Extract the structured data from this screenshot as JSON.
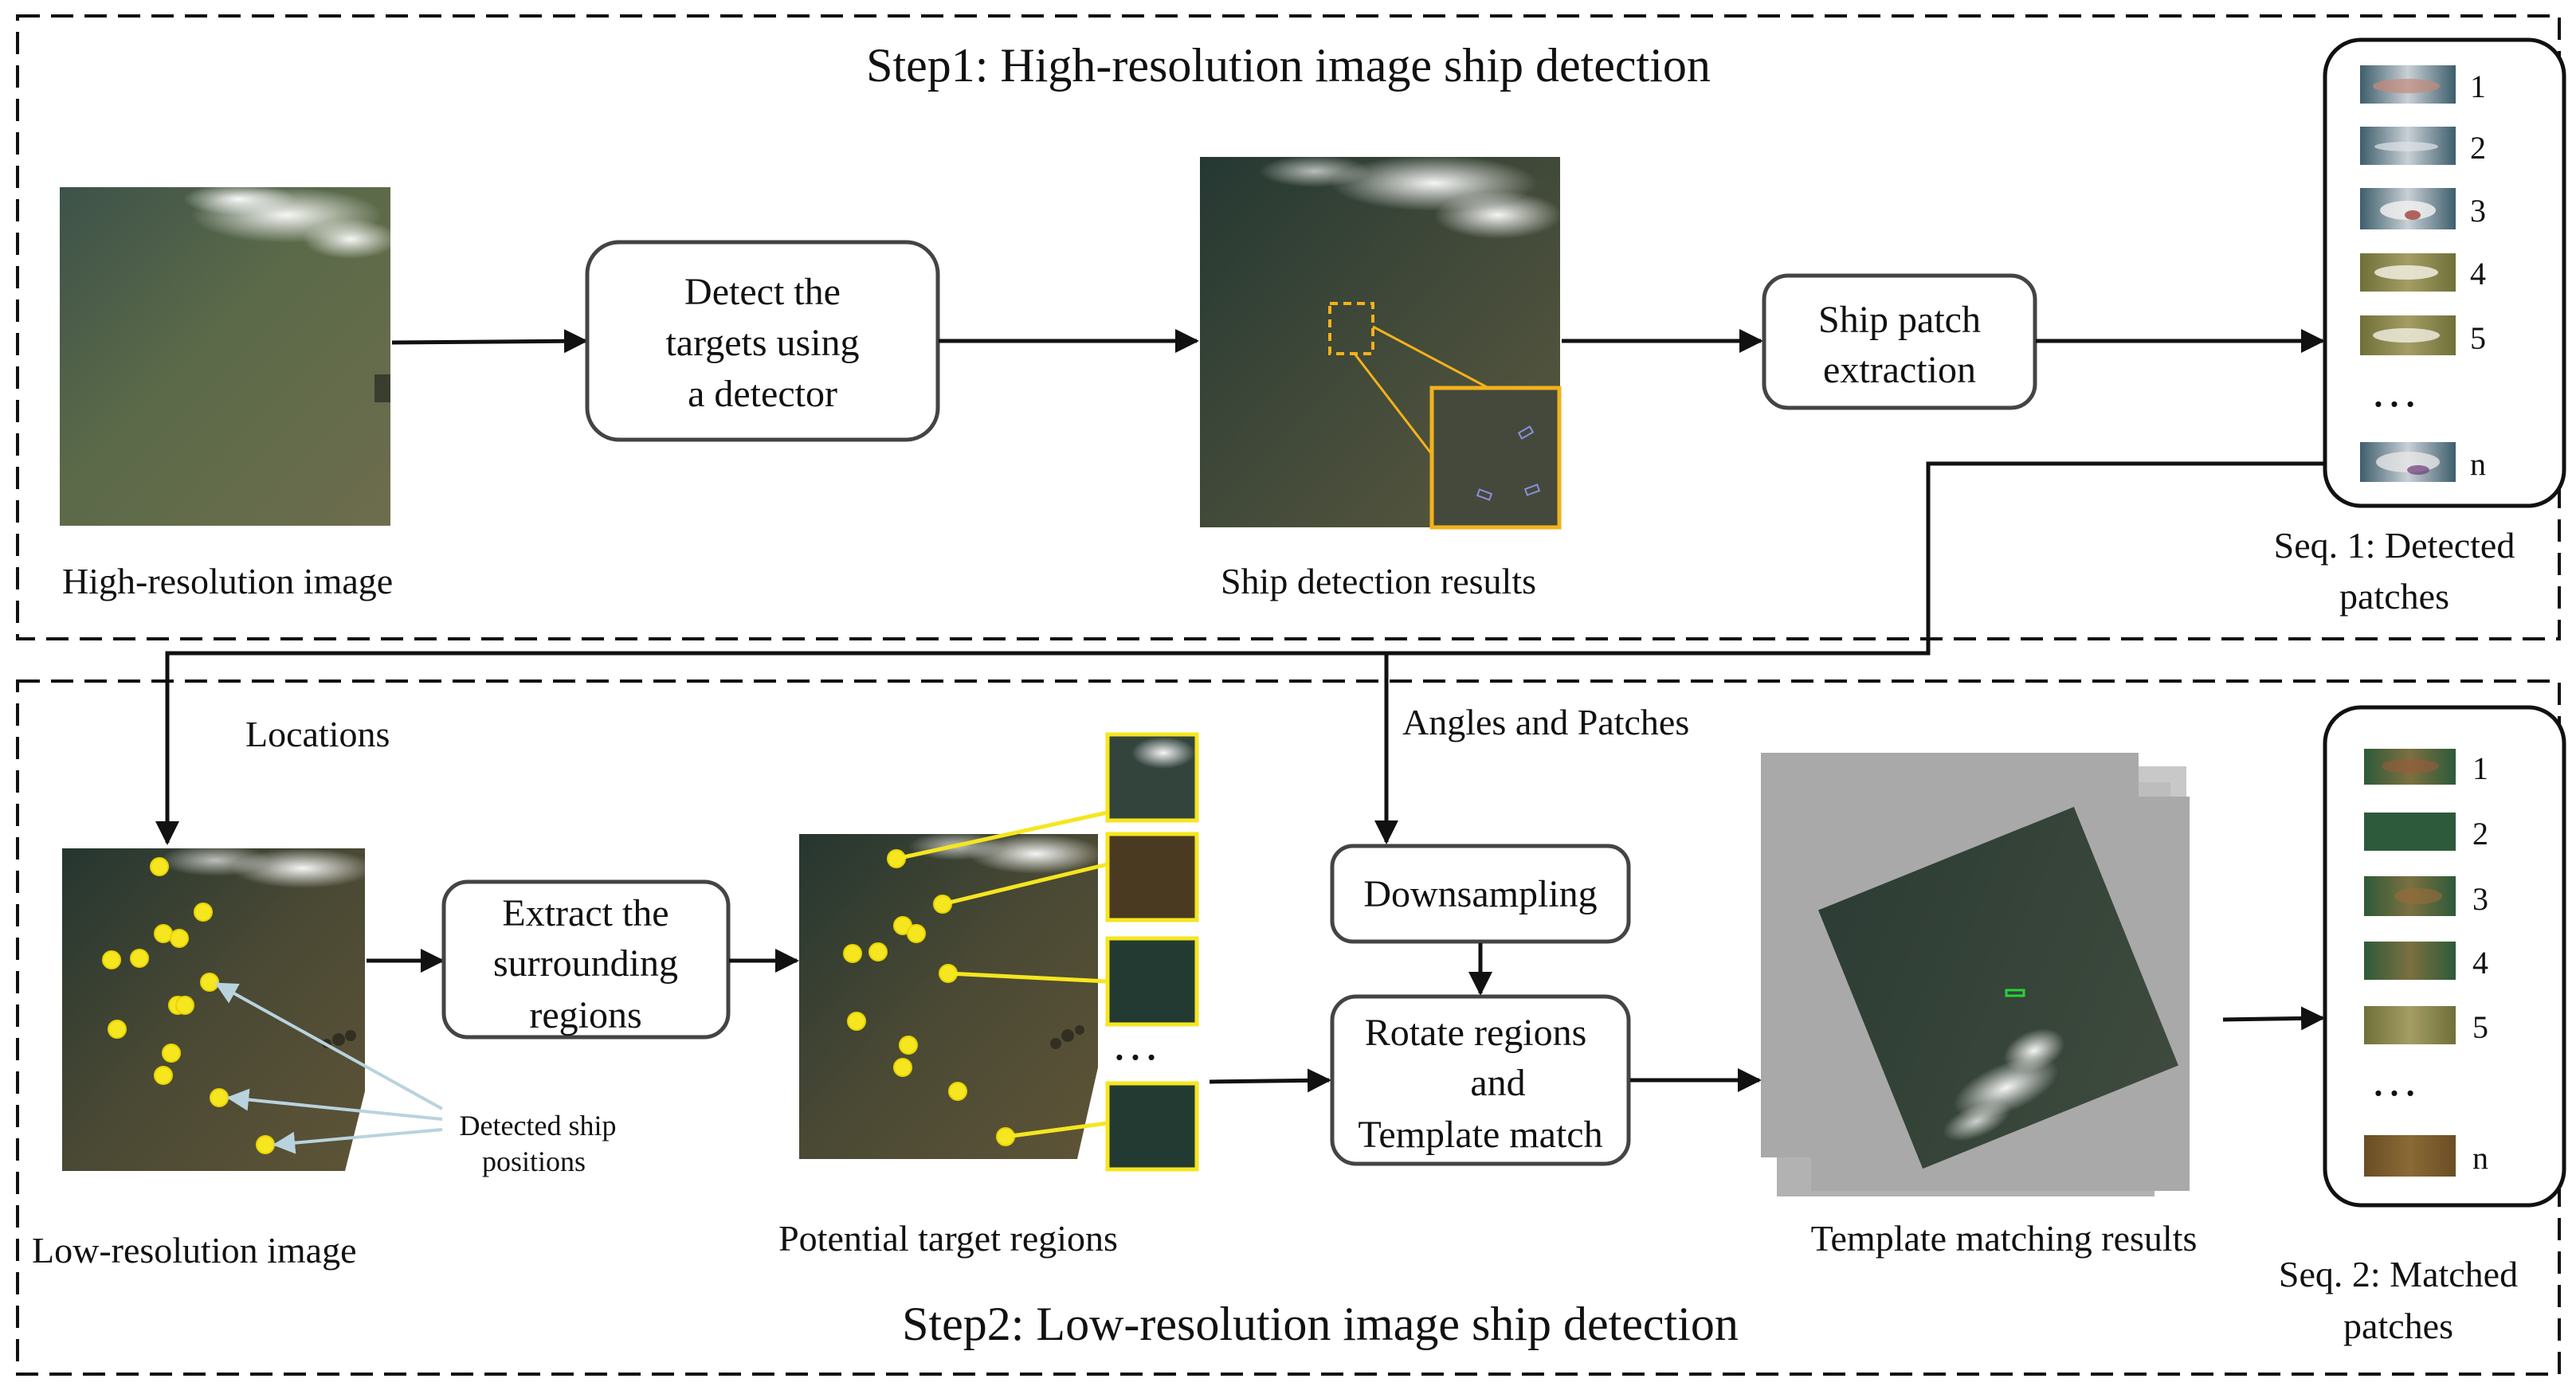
{
  "step1": {
    "title": "Step1: High-resolution image ship detection",
    "high_res_label": "High-resolution image",
    "detector_box": [
      "Detect the",
      "targets using",
      "a detector"
    ],
    "detection_label": "Ship detection results",
    "extract_box": [
      "Ship patch",
      "extraction"
    ],
    "seq1_label": [
      "Seq. 1: Detected",
      "patches"
    ],
    "seq1_items": [
      "1",
      "2",
      "3",
      "4",
      "5",
      "n"
    ]
  },
  "step2": {
    "title": "Step2: Low-resolution image ship detection",
    "locations_label": "Locations",
    "angles_label": "Angles and Patches",
    "low_res_label": "Low-resolution image",
    "detected_positions": [
      "Detected ship",
      "positions"
    ],
    "surround_box": [
      "Extract the",
      "surrounding",
      "regions"
    ],
    "potential_label": "Potential target regions",
    "downsampling_box": "Downsampling",
    "rotate_box": [
      "Rotate regions",
      "and",
      "Template match"
    ],
    "template_label": "Template matching results",
    "seq2_label": [
      "Seq. 2: Matched",
      "patches"
    ],
    "seq2_items": [
      "1",
      "2",
      "3",
      "4",
      "5",
      "n"
    ]
  },
  "ellipsis": "…",
  "colors": {
    "arrow": "#111111",
    "highlight_yellow": "#f5e61f",
    "detection_orange": "#f2b21b",
    "pointer_blue": "#b9d3de",
    "match_green": "#27d33a",
    "gray_stack": "#a9a9a9"
  }
}
